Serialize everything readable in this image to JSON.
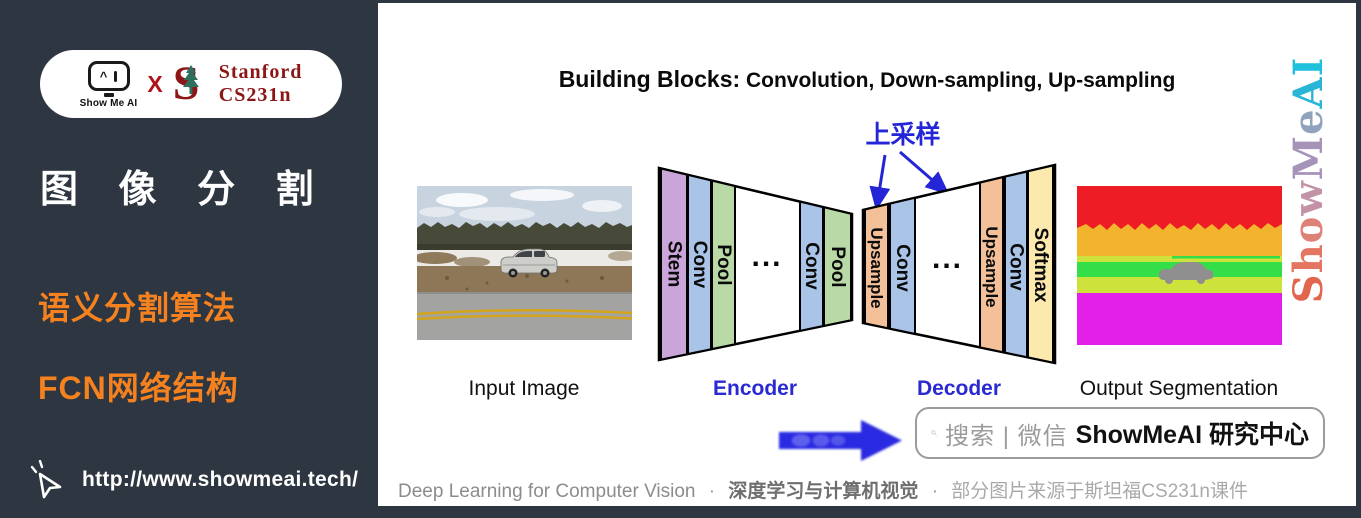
{
  "sidebar": {
    "logo": {
      "showmeai": "Show Me AI",
      "separator": "X",
      "stanford_line1": "Stanford",
      "stanford_line2": "CS231n"
    },
    "title": "图 像 分 割",
    "subtitle1": "语义分割算法",
    "subtitle2": "FCN网络结构",
    "url": "http://www.showmeai.tech/"
  },
  "main": {
    "title_strong": "Building Blocks:",
    "title_rest": " Convolution, Down-sampling, Up-sampling",
    "upsample_label": "上采样",
    "labels": {
      "input": "Input Image",
      "encoder": "Encoder",
      "decoder": "Decoder",
      "output": "Output Segmentation"
    },
    "colors": {
      "label_blue": "#2a2ad2",
      "arrow_blue": "#2b2be0",
      "accent_orange": "#f5821f"
    }
  },
  "diagram": {
    "encoder": {
      "dots": "...",
      "bars": [
        {
          "label": "Stem",
          "color": "#c9a5da"
        },
        {
          "label": "Conv",
          "color": "#aac4e8"
        },
        {
          "label": "Pool",
          "color": "#b9d9a6"
        },
        {
          "label": "Conv",
          "color": "#aac4e8"
        },
        {
          "label": "Pool",
          "color": "#b9d9a6"
        }
      ]
    },
    "decoder": {
      "dots": "...",
      "bars": [
        {
          "label": "Upsample",
          "color": "#f4c09a"
        },
        {
          "label": "Conv",
          "color": "#aac4e8"
        },
        {
          "label": "Upsample",
          "color": "#f4c09a"
        },
        {
          "label": "Conv",
          "color": "#aac4e8"
        },
        {
          "label": "Softmax",
          "color": "#fbe9ae"
        }
      ]
    }
  },
  "segmentation": {
    "classes": [
      {
        "name": "sky",
        "color": "#ee1c24"
      },
      {
        "name": "trees",
        "color": "#f1b42c"
      },
      {
        "name": "shoulder",
        "color": "#cde23a"
      },
      {
        "name": "grass",
        "color": "#33de49"
      },
      {
        "name": "road",
        "color": "#e320ea"
      },
      {
        "name": "car",
        "color": "#8f8f8f"
      }
    ]
  },
  "search_box": {
    "hint": "搜索 | 微信",
    "brand": "ShowMeAI 研究中心"
  },
  "footer": {
    "part1": "Deep Learning for Computer Vision",
    "separator": "·",
    "part2": "深度学习与计算机视觉",
    "part3": "部分图片来源于斯坦福CS231n课件"
  },
  "watermark": {
    "text": "ShowMeAI",
    "letter_colors": [
      "#e2654e",
      "#e47560",
      "#de8277",
      "#c492a6",
      "#a593b8",
      "#8fa3bd",
      "#29b6d6",
      "#1fc0dc"
    ]
  }
}
